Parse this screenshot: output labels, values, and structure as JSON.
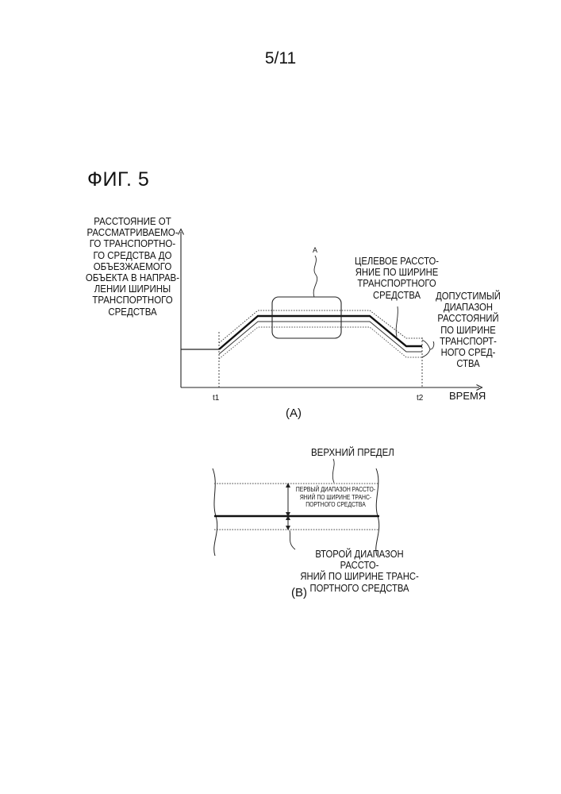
{
  "page": {
    "number": "5/11",
    "figure_title": "ФИГ. 5"
  },
  "panel_a": {
    "y_axis_label_lines": [
      "РАССТОЯНИЕ ОТ",
      "РАССМАТРИВАЕМО-",
      "ГО ТРАНСПОРТНО-",
      "ГО СРЕДСТВА ДО",
      "ОБЪЕЗЖАЕМОГО",
      "ОБЪЕКТА В НАПРАВ-",
      "ЛЕНИИ ШИРИНЫ",
      "ТРАНСПОРТНОГО",
      "СРЕДСТВА"
    ],
    "x_axis_label": "ВРЕМЯ",
    "t1": "t1",
    "t2": "t2",
    "region_label": "A",
    "target_label_lines": [
      "ЦЕЛЕВОЕ РАССТО-",
      "ЯНИЕ ПО ШИРИНЕ",
      "ТРАНСПОРТНОГО",
      "СРЕДСТВА"
    ],
    "range_label_lines": [
      "ДОПУСТИМЫЙ",
      "ДИАПАЗОН",
      "РАССТОЯНИЙ",
      "ПО ШИРИНЕ",
      "ТРАНСПОРТ-",
      "НОГО СРЕД-",
      "СТВА"
    ],
    "caption": "(A)"
  },
  "panel_b": {
    "upper_limit_label": "ВЕРХНИЙ ПРЕДЕЛ",
    "first_range_lines": [
      "ПЕРВЫЙ ДИАПАЗОН РАССТО-",
      "ЯНИЙ ПО ШИРИНЕ ТРАНС-",
      "ПОРТНОГО СРЕДСТВА"
    ],
    "second_range_lines": [
      "ВТОРОЙ ДИАПАЗОН РАССТО-",
      "ЯНИЙ ПО ШИРИНЕ ТРАНС-",
      "ПОРТНОГО СРЕДСТВА"
    ],
    "caption": "(B)"
  }
}
